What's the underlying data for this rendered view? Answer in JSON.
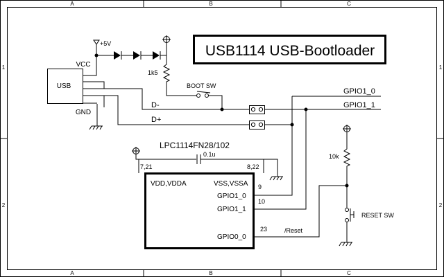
{
  "border": {
    "top_columns": [
      "A",
      "B",
      "C"
    ],
    "bottom_columns": [
      "A",
      "B",
      "C"
    ],
    "left_rows": [
      "1",
      "2"
    ],
    "right_rows": [
      "1",
      "2"
    ]
  },
  "title": "USB1114 USB-Bootloader",
  "chip": {
    "name": "LPC1114FN28/102",
    "pin_vdd_numbers": "7,21",
    "pin_vss_numbers": "8,22",
    "vdd_label": "VDD,VDDA",
    "vss_label": "VSS,VSSA",
    "gpio1_0_label": "GPIO1_0",
    "gpio1_1_label": "GPIO1_1",
    "gpio0_0_label": "GPIO0_0",
    "pin_9": "9",
    "pin_10": "10",
    "pin_23": "23"
  },
  "decoupling_cap": "0.1u",
  "usb": {
    "block_label": "USB",
    "vcc_label": "VCC",
    "gnd_label": "GND",
    "dminus_label": "D-",
    "dplus_label": "D+"
  },
  "supply_label": "+5V",
  "pullup_resistor": "1k5",
  "boot_switch": "BOOT SW",
  "reset_pullup": "10k",
  "reset_switch": "RESET SW",
  "reset_net": "/Reset",
  "net_gpio1_0": "GPIO1_0",
  "net_gpio1_1": "GPIO1_1"
}
